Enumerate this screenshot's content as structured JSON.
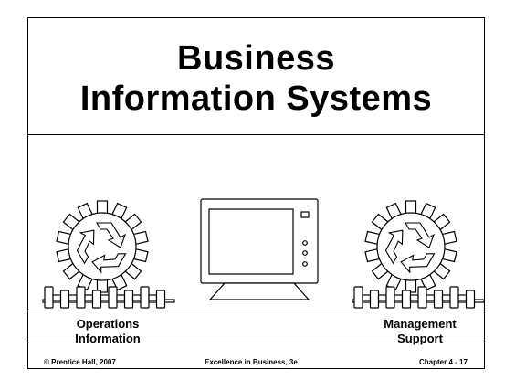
{
  "slide": {
    "title_line1": "Business",
    "title_line2": "Information Systems"
  },
  "captions": {
    "left_line1": "Operations",
    "left_line2": "Information",
    "right_line1": "Management",
    "right_line2": "Support"
  },
  "footer": {
    "copyright": "© Prentice Hall, 2007",
    "book": "Excellence in Business, 3e",
    "chapter": "Chapter 4 - 17"
  },
  "icons": {
    "left_gear": "recycle-gear-icon",
    "computer": "computer-monitor-icon",
    "right_gear": "recycle-gear-icon"
  },
  "colors": {
    "ink": "#000000",
    "background": "#ffffff"
  }
}
